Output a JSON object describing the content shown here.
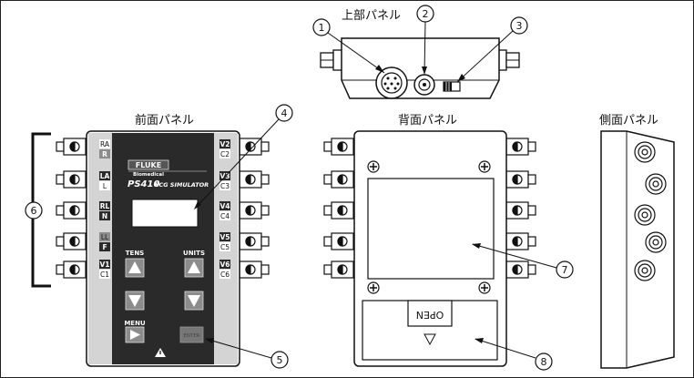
{
  "titles": {
    "top": "上部パネル",
    "front": "前面パネル",
    "back": "背面パネル",
    "side": "側面パネル"
  },
  "callouts": [
    "1",
    "2",
    "3",
    "4",
    "5",
    "6",
    "7",
    "8"
  ],
  "device": {
    "brand": "FLUKE",
    "brand_sub": "Biomedical",
    "model": "PS410",
    "model_desc": "ECG SIMULATOR",
    "tens_label": "TENS",
    "units_label": "UNITS",
    "menu_label": "MENU",
    "enter_label": "ENTER",
    "open_label": "OPEN",
    "left_leads": [
      {
        "top": "RA",
        "bottom": "R"
      },
      {
        "top": "LA",
        "bottom": "L"
      },
      {
        "top": "RL",
        "bottom": "N"
      },
      {
        "top": "LL",
        "bottom": "F"
      },
      {
        "top": "V1",
        "bottom": "C1"
      }
    ],
    "right_leads": [
      {
        "top": "V2",
        "bottom": "C2"
      },
      {
        "top": "V3",
        "bottom": "C3"
      },
      {
        "top": "V4",
        "bottom": "C4"
      },
      {
        "top": "V5",
        "bottom": "C5"
      },
      {
        "top": "V6",
        "bottom": "C6"
      }
    ]
  },
  "colors": {
    "panel_dark": "#2a2a2a",
    "strip_gray": "#d4d4d4",
    "button_gray": "#8c8c8c",
    "outline": "#111111"
  }
}
